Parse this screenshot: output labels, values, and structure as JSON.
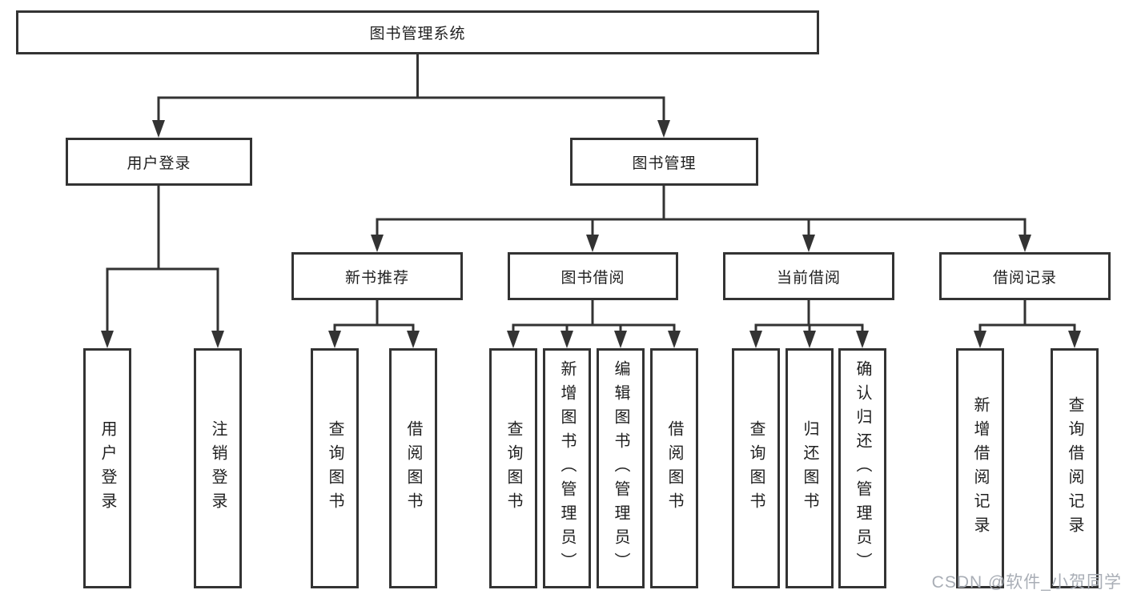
{
  "diagram_type": "tree",
  "tree": {
    "label": "图书管理系统",
    "children": [
      {
        "label": "用户登录",
        "children": [
          {
            "label": "用户登录"
          },
          {
            "label": "注销登录"
          }
        ]
      },
      {
        "label": "图书管理",
        "children": [
          {
            "label": "新书推荐",
            "children": [
              {
                "label": "查询图书"
              },
              {
                "label": "借阅图书"
              }
            ]
          },
          {
            "label": "图书借阅",
            "children": [
              {
                "label": "查询图书"
              },
              {
                "label": "新增图书（管理员）"
              },
              {
                "label": "编辑图书（管理员）"
              },
              {
                "label": "借阅图书"
              }
            ]
          },
          {
            "label": "当前借阅",
            "children": [
              {
                "label": "查询图书"
              },
              {
                "label": "归还图书"
              },
              {
                "label": "确认归还（管理员）"
              }
            ]
          },
          {
            "label": "借阅记录",
            "children": [
              {
                "label": "新增借阅记录"
              },
              {
                "label": "查询借阅记录"
              }
            ]
          }
        ]
      }
    ]
  },
  "watermark": {
    "text": "CSDN @软件_小贺同学"
  },
  "colors": {
    "line": "#333333",
    "text": "#1f1f1f",
    "watermark": "#a9aeb6",
    "background": "#ffffff"
  }
}
